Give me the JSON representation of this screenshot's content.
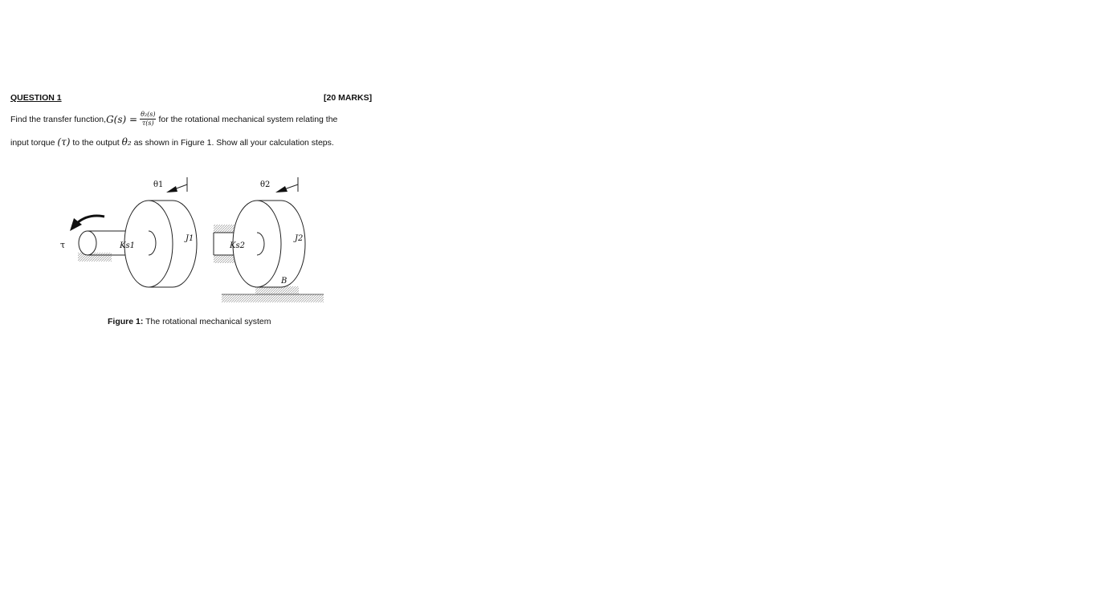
{
  "question": {
    "heading": "QUESTION 1",
    "marks": "[20 MARKS]",
    "line1_prefix": "Find the transfer function, ",
    "tf_lhs": "G(s) =",
    "tf_numerator": "θ₂(s)",
    "tf_denominator": "τ(s)",
    "line1_suffix": " for the rotational mechanical system relating the",
    "line2_a": "input torque ",
    "line2_tau": "(τ)",
    "line2_b": " to the output ",
    "line2_theta": "θ₂",
    "line2_c": " as shown in Figure 1. Show all your calculation steps."
  },
  "figure": {
    "labels": {
      "torque": "τ",
      "theta1": "θ1",
      "theta2": "θ2",
      "ks1": "Ks1",
      "ks2": "Ks2",
      "j1": "J1",
      "j2": "J2",
      "b": "B"
    },
    "caption_bold": "Figure 1:",
    "caption_text": " The rotational mechanical system"
  }
}
